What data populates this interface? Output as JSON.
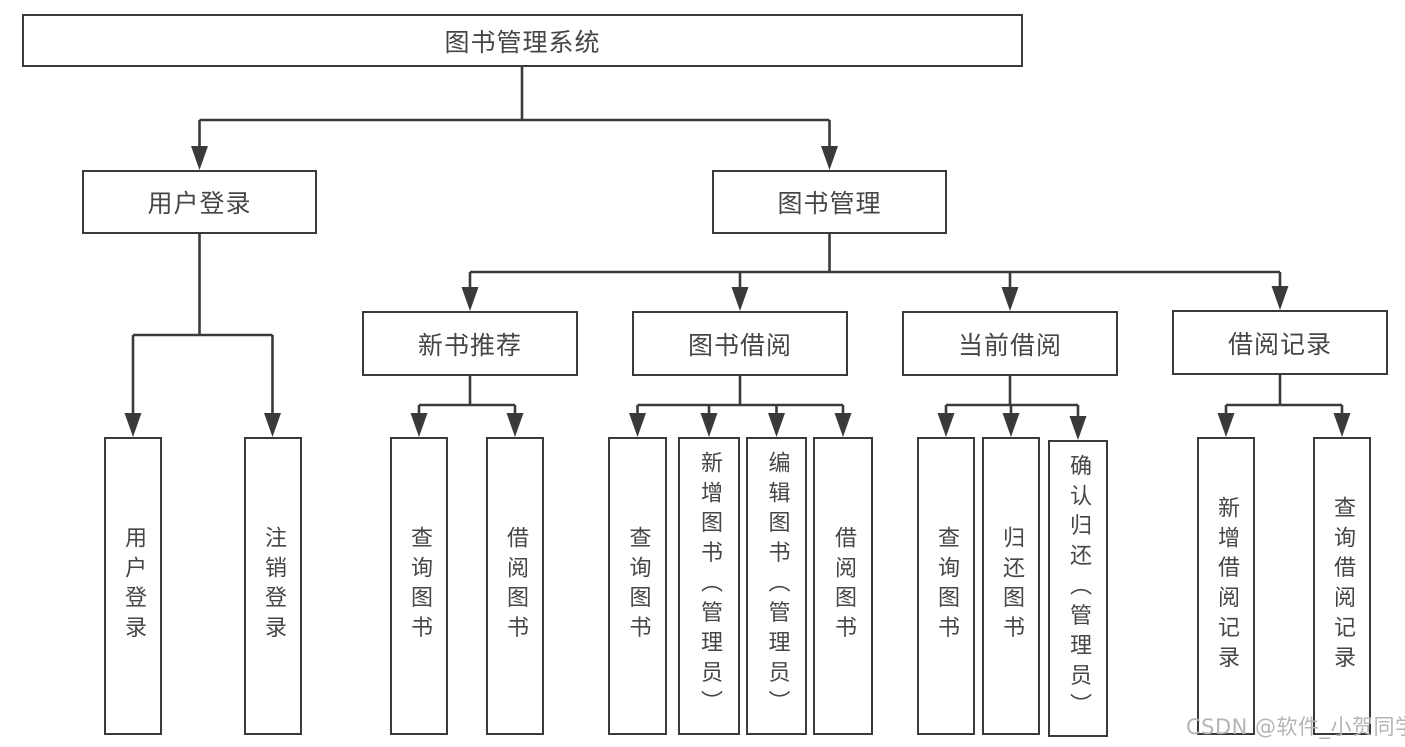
{
  "root": {
    "label": "图书管理系统"
  },
  "level2": [
    {
      "label": "用户登录"
    },
    {
      "label": "图书管理"
    }
  ],
  "level3": [
    {
      "label": "新书推荐",
      "parent": "图书管理"
    },
    {
      "label": "图书借阅",
      "parent": "图书管理"
    },
    {
      "label": "当前借阅",
      "parent": "图书管理"
    },
    {
      "label": "借阅记录",
      "parent": "图书管理"
    }
  ],
  "leaves": [
    {
      "label": "用户登录",
      "parent": "用户登录"
    },
    {
      "label": "注销登录",
      "parent": "用户登录"
    },
    {
      "label": "查询图书",
      "parent": "新书推荐"
    },
    {
      "label": "借阅图书",
      "parent": "新书推荐"
    },
    {
      "label": "查询图书",
      "parent": "图书借阅"
    },
    {
      "label": "新增图书（管理员）",
      "parent": "图书借阅"
    },
    {
      "label": "编辑图书（管理员）",
      "parent": "图书借阅"
    },
    {
      "label": "借阅图书",
      "parent": "图书借阅"
    },
    {
      "label": "查询图书",
      "parent": "当前借阅"
    },
    {
      "label": "归还图书",
      "parent": "当前借阅"
    },
    {
      "label": "确认归还（管理员）",
      "parent": "当前借阅"
    },
    {
      "label": "新增借阅记录",
      "parent": "借阅记录"
    },
    {
      "label": "查询借阅记录",
      "parent": "借阅记录"
    }
  ],
  "watermark": {
    "text": "CSDN @软件_小贺同学"
  },
  "colors": {
    "line": "#3a3a3a",
    "text": "#464646",
    "background": "#ffffff",
    "watermark": "#b5b5b5"
  }
}
